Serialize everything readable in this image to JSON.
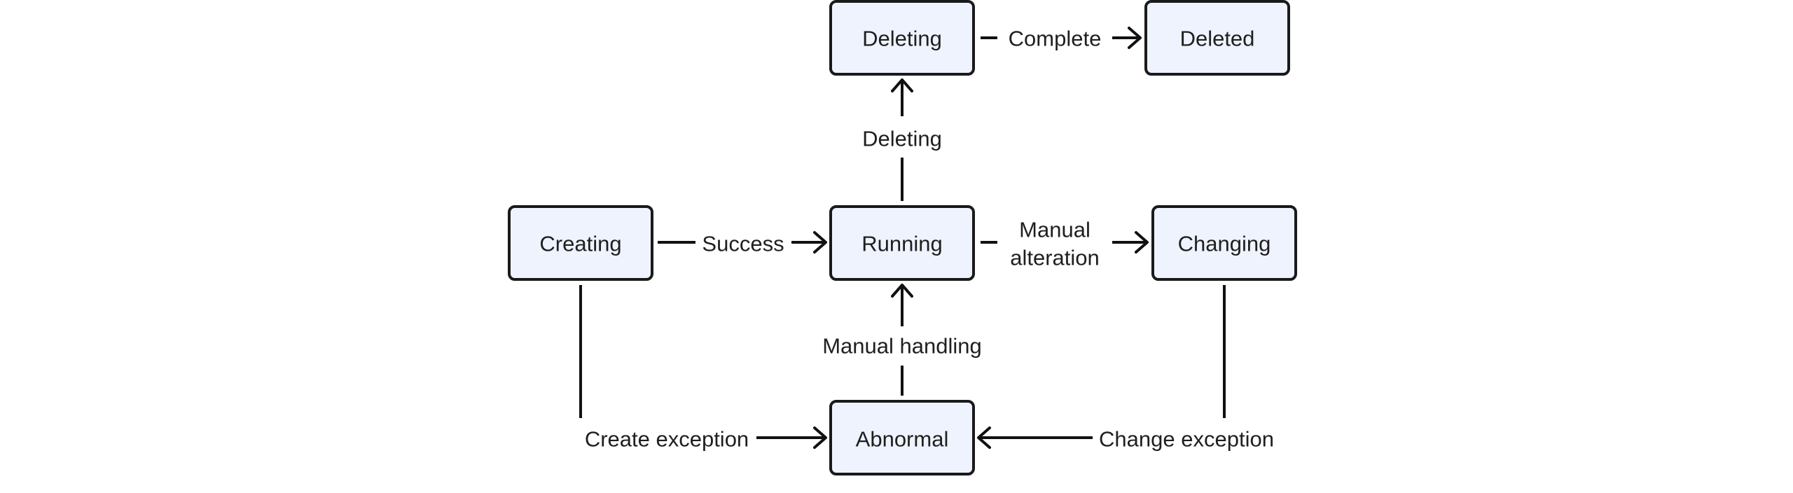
{
  "nodes": {
    "deleting": "Deleting",
    "deleted": "Deleted",
    "creating": "Creating",
    "running": "Running",
    "changing": "Changing",
    "abnormal": "Abnormal"
  },
  "edges": {
    "complete": "Complete",
    "deleting": "Deleting",
    "success": "Success",
    "manual_alteration_1": "Manual",
    "manual_alteration_2": "alteration",
    "manual_handling": "Manual handling",
    "create_exception": "Create exception",
    "change_exception": "Change exception"
  },
  "colors": {
    "node_fill": "#eef3fd",
    "stroke": "#1a1a1a"
  }
}
